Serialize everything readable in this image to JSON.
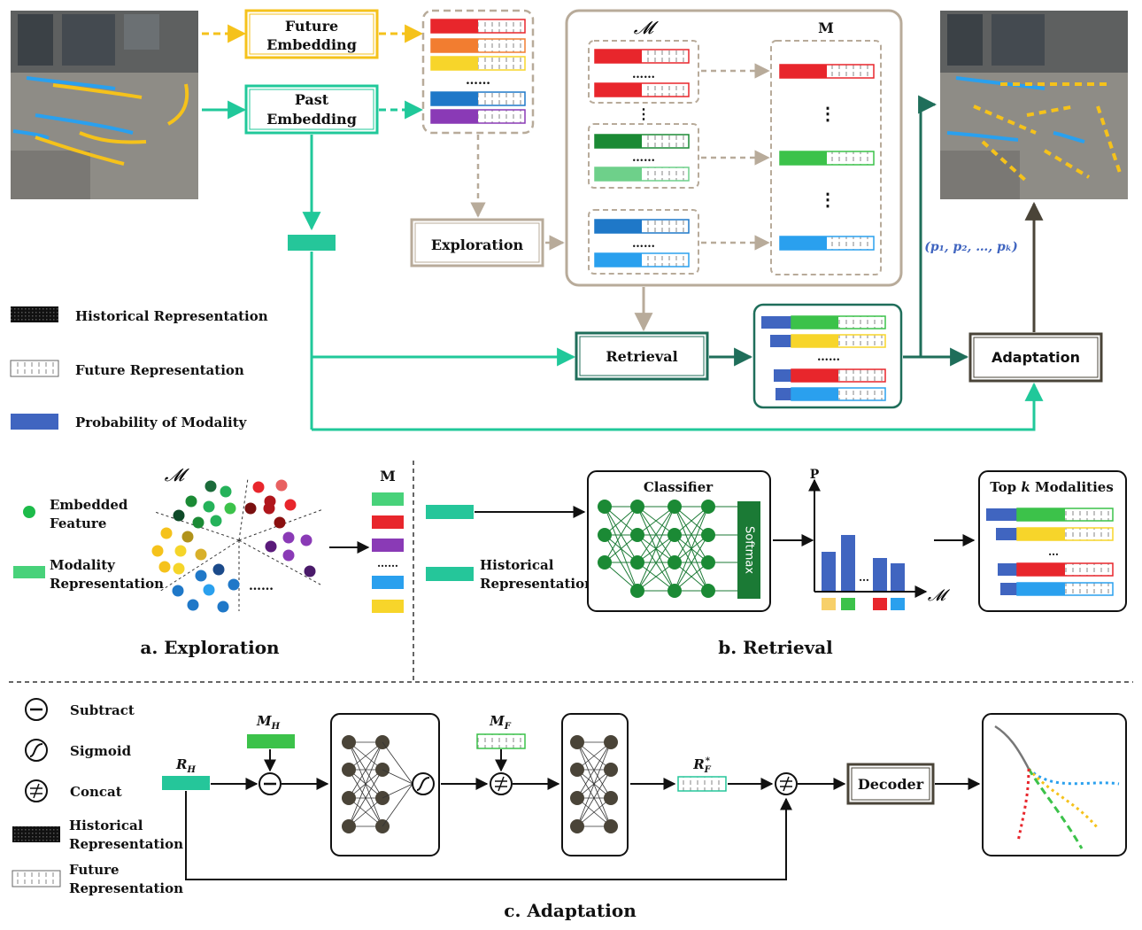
{
  "top": {
    "future_embedding": [
      "Future",
      "Embedding"
    ],
    "past_embedding": [
      "Past",
      "Embedding"
    ],
    "exploration": "Exploration",
    "retrieval": "Retrieval",
    "adaptation": "Adaptation",
    "set_symbol": "𝓜",
    "bank_symbol": "M",
    "dots_h": "……",
    "dots_v": "⋮",
    "probabilities": "(p₁, p₂, …, pₖ)"
  },
  "legend": {
    "historical": "Historical Representation",
    "future": "Future Representation",
    "probability": "Probability of Modality"
  },
  "exploration_panel": {
    "set_symbol": "𝓜",
    "bank_symbol": "M",
    "embedded_feature": [
      "Embedded",
      "Feature"
    ],
    "modality_rep": [
      "Modality",
      "Representation"
    ],
    "dots": "……",
    "caption": "a. Exploration"
  },
  "retrieval_panel": {
    "historical_rep": [
      "Historical",
      "Representation"
    ],
    "classifier": "Classifier",
    "softmax": "Softmax",
    "p_axis": "P",
    "x_axis": "𝓜",
    "dots": "…",
    "topk_prefix": "Top ",
    "topk_k": "k",
    "topk_suffix": " Modalities",
    "caption": "b. Retrieval"
  },
  "adaptation_panel": {
    "subtract": "Subtract",
    "sigmoid": "Sigmoid",
    "concat": "Concat",
    "historical": [
      "Historical",
      "Representation"
    ],
    "future": [
      "Future",
      "Representation"
    ],
    "m_h": "M",
    "m_h_sub": "H",
    "m_f": "M",
    "m_f_sub": "F",
    "r_h": "R",
    "r_h_sub": "H",
    "r_f": "R",
    "r_f_sub": "F",
    "r_f_sup": "*",
    "decoder": "Decoder",
    "caption": "c. Adaptation"
  },
  "colors": {
    "red": "#e8262c",
    "orange": "#f27d30",
    "yellow": "#f7d52a",
    "blue": "#1f78c8",
    "purple": "#8a3ab6",
    "darkgreen": "#1b8a35",
    "green": "#3cc24a",
    "lightgreen": "#6ed08a",
    "skyblue": "#2aa0ee",
    "teal": "#25c69a",
    "prob_blue": "#4065c0",
    "future_box": "#f5c21b",
    "past_box": "#20c89a",
    "tan": "#b8ab9a",
    "dark": "#3a3530"
  }
}
